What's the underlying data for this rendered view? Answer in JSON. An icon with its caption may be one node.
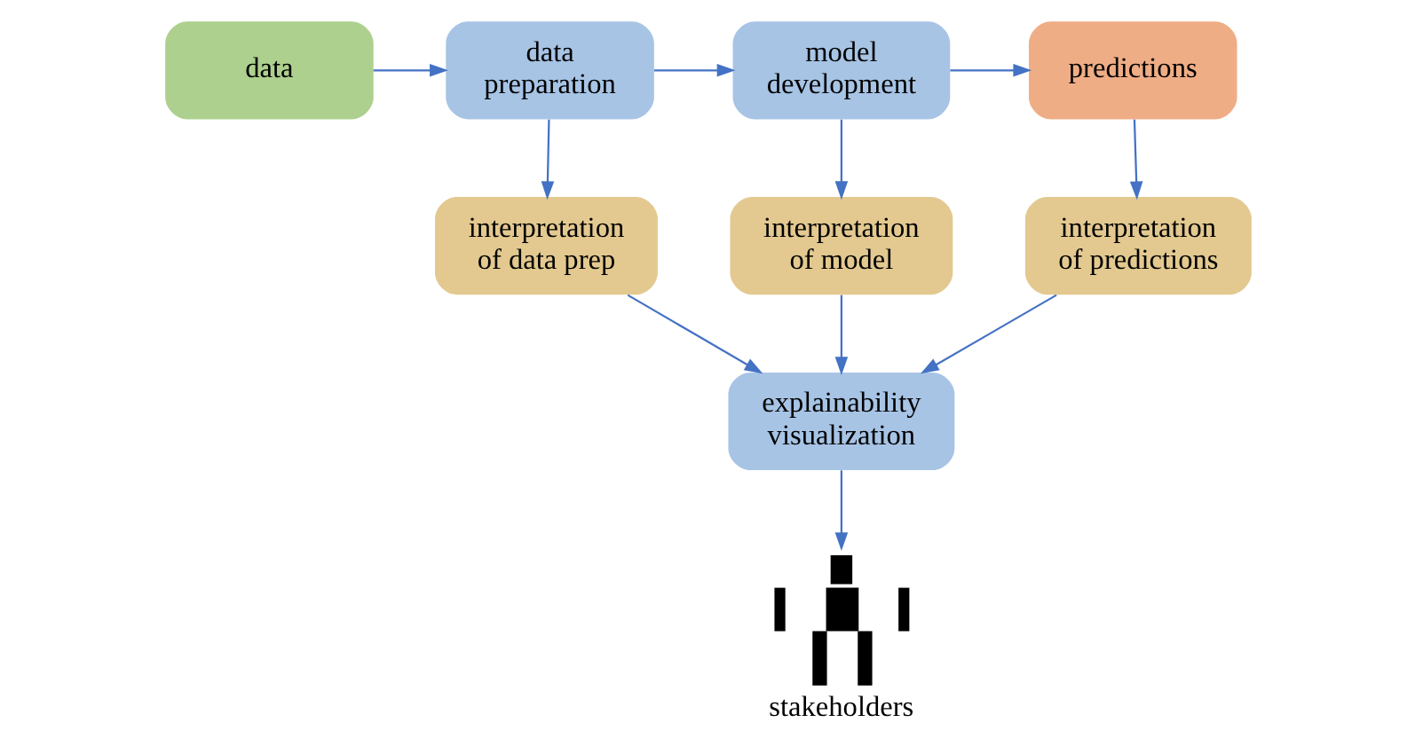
{
  "diagram": {
    "nodes": [
      {
        "text": [
          "data"
        ]
      },
      {
        "text": [
          "data preparation"
        ]
      },
      {
        "text": [
          "model development"
        ]
      },
      {
        "text": [
          "predictions"
        ]
      },
      {
        "text": [
          "interpretation of data prep"
        ]
      },
      {
        "text": [
          "interpretation of model"
        ]
      },
      {
        "text": [
          "explainability visualization"
        ]
      },
      {
        "text": [
          "interpretation of predictions"
        ]
      },
      {
        "text": [],
        "shape": "person",
        "beside": [
          "stakeholders"
        ]
      }
    ],
    "edges": [
      {
        "from": 0,
        "to": 1,
        "arrow": "to"
      },
      {
        "from": 1,
        "to": 2,
        "arrow": "to"
      },
      {
        "from": 2,
        "to": 3,
        "arrow": "to"
      },
      {
        "from": 1,
        "to": 4,
        "arrow": "to"
      },
      {
        "from": 2,
        "to": 5,
        "arrow": "to"
      },
      {
        "from": 3,
        "to": 7,
        "arrow": "to"
      },
      {
        "from": 4,
        "to": 6,
        "arrow": "to"
      },
      {
        "from": 5,
        "to": 6,
        "arrow": "to"
      },
      {
        "from": 7,
        "to": 6,
        "arrow": "to"
      },
      {
        "from": 6,
        "to": 8,
        "arrow": "to"
      }
    ]
  }
}
